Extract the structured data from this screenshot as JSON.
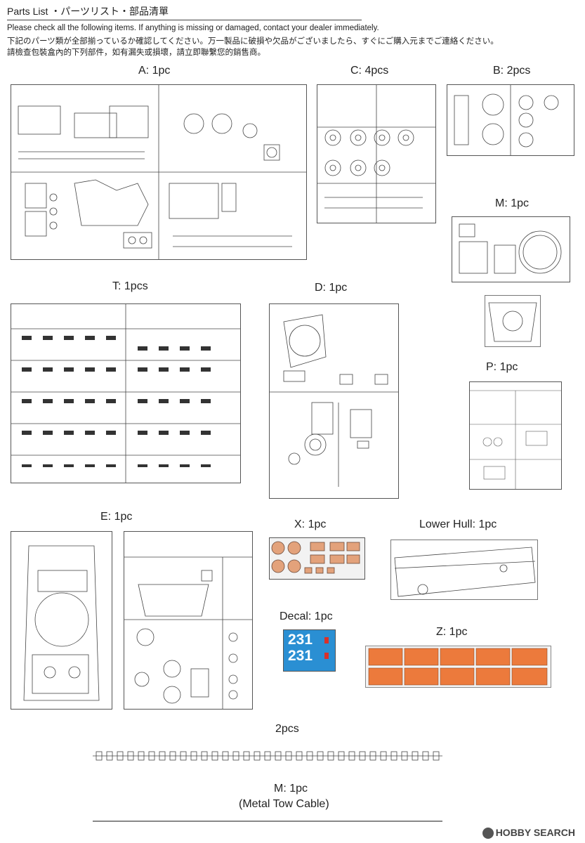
{
  "header": {
    "title": "Parts List ・パーツリスト・部品清單",
    "notes": [
      "Please check all the following items. If anything is missing or damaged, contact your dealer immediately.",
      "下記のパーツ類が全部揃っているか確認してください。万一製品に破損や欠品がございましたら、すぐにご購入元までご連絡ください。",
      "請檢查包裝盒內的下列部件，如有漏失或損壞，請立即聯繫您的銷售商。"
    ]
  },
  "sprues": {
    "a": "A: 1pc",
    "c": "C: 4pcs",
    "b": "B: 2pcs",
    "m": "M: 1pc",
    "t": "T: 1pcs",
    "d": "D: 1pc",
    "p": "P: 1pc",
    "e": "E: 1pc",
    "x": "X: 1pc",
    "lower_hull": "Lower Hull: 1pc",
    "decal": "Decal: 1pc",
    "z": "Z: 1pc",
    "tracks": "2pcs",
    "cable_line1": "M: 1pc",
    "cable_line2": "(Metal Tow Cable)"
  },
  "decal_numbers": [
    "231",
    "231"
  ],
  "colors": {
    "decal_blue": "#2a8fd3",
    "photoetch_orange": "#ec7a3c"
  },
  "watermark": "HOBBY SEARCH"
}
